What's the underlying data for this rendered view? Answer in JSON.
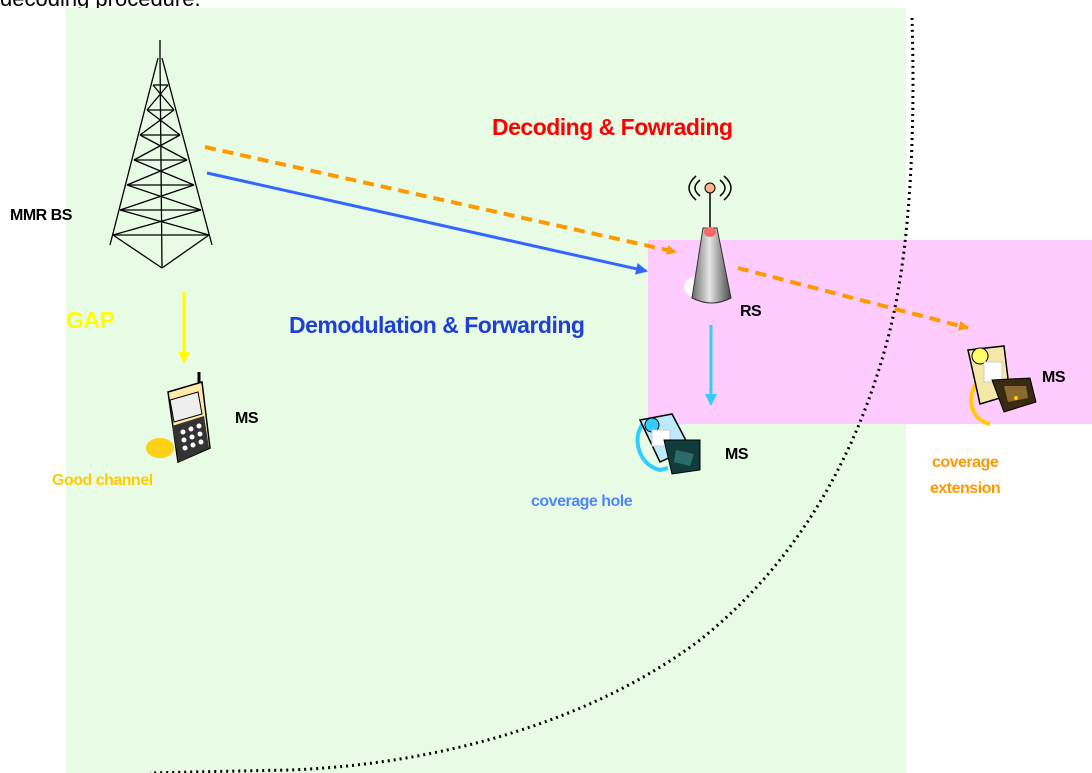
{
  "caption": "decoding procedure.",
  "labels": {
    "decoding_forwarding": "Decoding & Fowrading",
    "demodulation_forwarding": "Demodulation & Forwarding",
    "mmr_bs": "MMR BS",
    "rs": "RS",
    "gap": "GAP",
    "ms_left": "MS",
    "ms_middle": "MS",
    "ms_right": "MS",
    "good_channel": "Good channel",
    "coverage_hole": "coverage hole",
    "coverage_extension_line1": "coverage",
    "coverage_extension_line2": "extension"
  },
  "colors": {
    "bs_region": "#e8fbe5",
    "rs_region": "#ffccff",
    "decoding_text": "#ff0000",
    "demod_text": "#1f3fd6",
    "gap_yellow": "#ffff00",
    "good_channel": "#ffcc00",
    "coverage_hole": "#4f86f7",
    "coverage_extension": "#ff9900",
    "decoding_arrow": "#ff9900",
    "demod_arrow": "#3366ff",
    "gap_arrow": "#ffff00",
    "hole_arrow": "#33ccff",
    "boundary": "#000000"
  },
  "icons": [
    "tower-icon",
    "relay-station-icon",
    "mobile-phone-icon",
    "pager-device-icon",
    "pager-device-icon"
  ]
}
